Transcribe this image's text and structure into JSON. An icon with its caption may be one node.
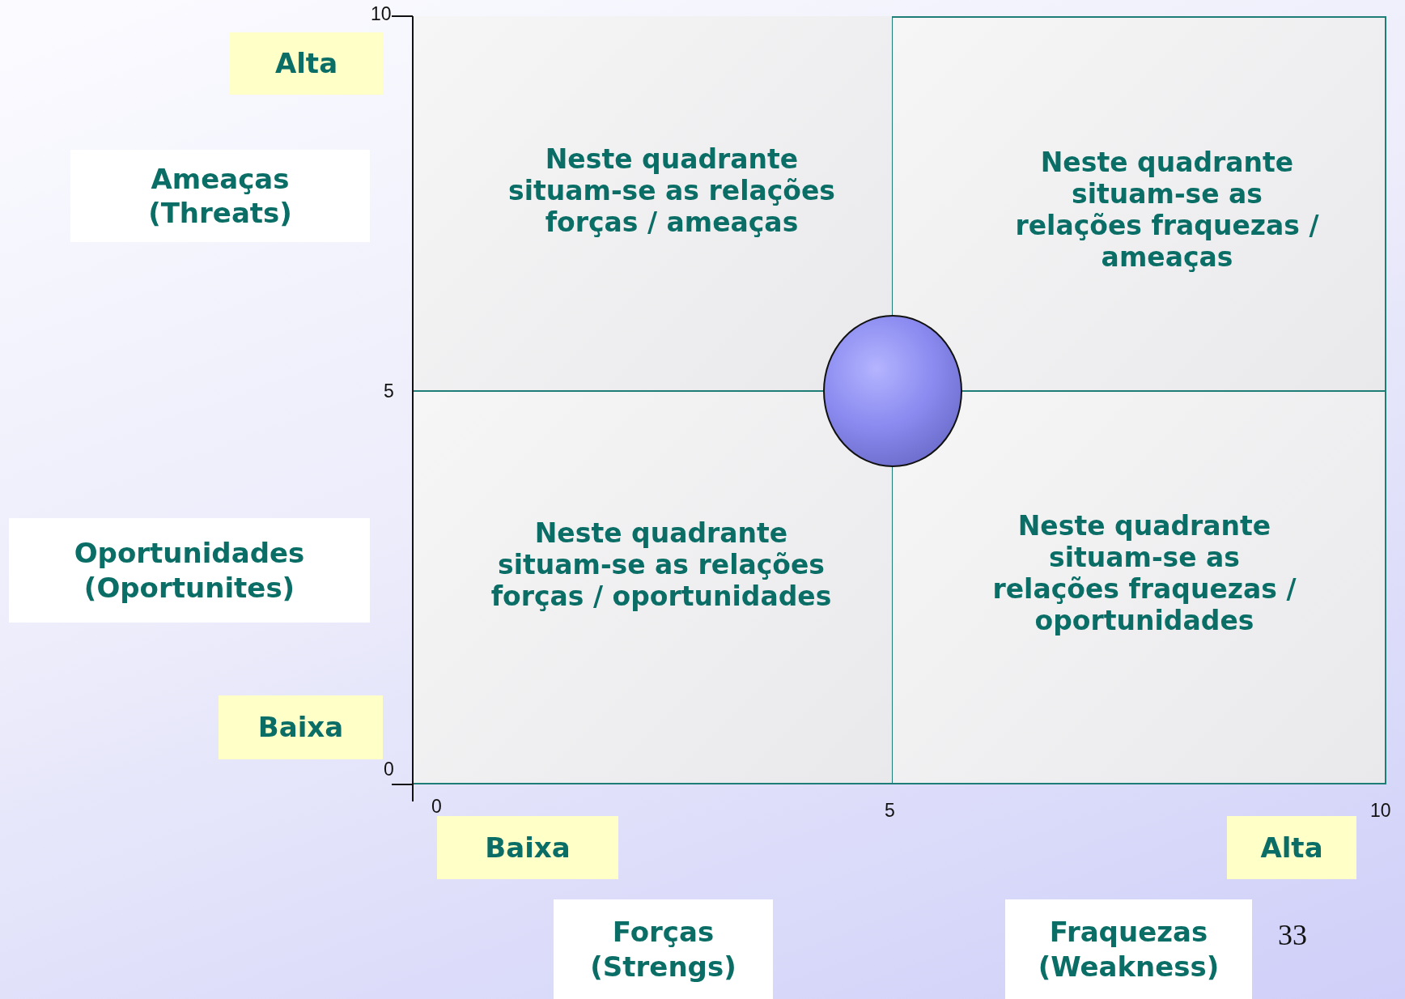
{
  "diagram": {
    "nodes": [
      {
        "text": [
          "Alta"
        ]
      },
      {
        "text": [
          "Ameaças (Threats)"
        ]
      },
      {
        "text": [
          "Oportunidades (Oportunites)"
        ]
      },
      {
        "text": [
          "Baixa"
        ]
      },
      {
        "text": [
          "Neste quadrante situam-se as relações forças / ameaças"
        ]
      },
      {
        "text": [
          "Neste quadrante situam-se as relações fraquezas / ameaças"
        ]
      },
      {
        "text": [
          "Neste quadrante situam-se as relações forças / oportunidades"
        ]
      },
      {
        "text": [
          "Neste quadrante situam-se as relações fraquezas / oportunidades"
        ]
      },
      {
        "text": [],
        "shape": "circle"
      },
      {
        "text": [
          "Baixa"
        ]
      },
      {
        "text": [
          "Alta"
        ]
      },
      {
        "text": [
          "Forças (Strengs)"
        ]
      },
      {
        "text": [
          "Fraquezas (Weakness)"
        ]
      }
    ],
    "edges": [],
    "labels": [
      "10",
      "5",
      "0",
      "0",
      "5",
      "10",
      "33"
    ]
  }
}
